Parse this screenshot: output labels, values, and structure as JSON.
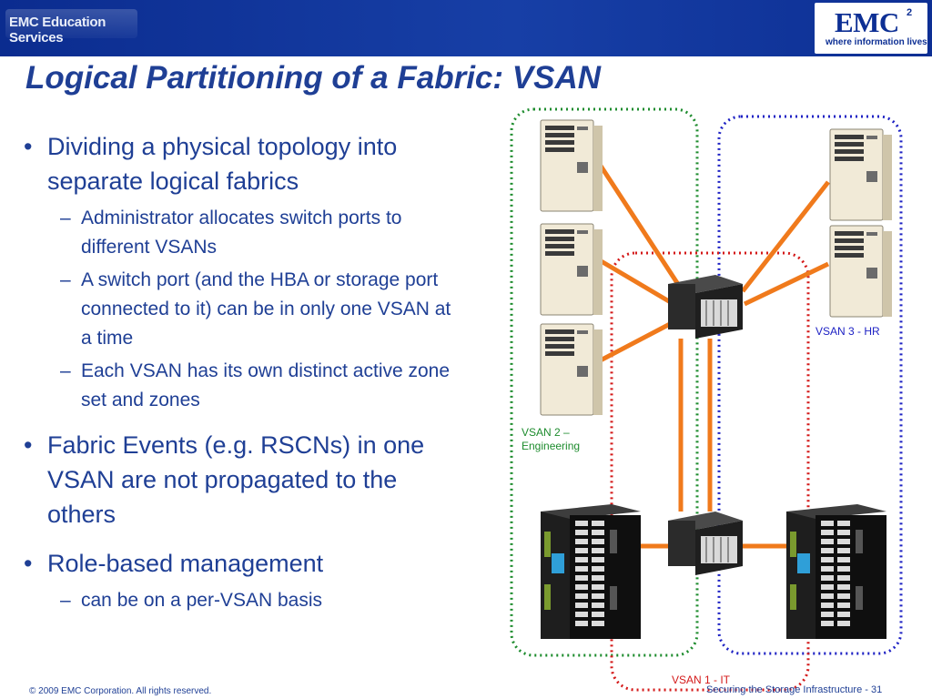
{
  "header": {
    "edu_logo_text": "EMC Education Services",
    "brand_logo": "EMC",
    "brand_superscript": "2",
    "brand_tagline": "where information lives"
  },
  "title": "Logical Partitioning of a Fabric: VSAN",
  "bullets": [
    {
      "text": "Dividing a physical topology into separate logical fabrics",
      "sub": [
        "Administrator allocates switch ports to different VSANs",
        "A switch port (and the HBA or storage port connected to it) can be in only one VSAN at a time",
        "Each VSAN has its own distinct active zone set and zones"
      ]
    },
    {
      "text": "Fabric Events (e.g. RSCNs) in one VSAN are not propagated to the others",
      "sub": []
    },
    {
      "text": "Role-based management",
      "sub": [
        "can be on a per-VSAN basis"
      ]
    }
  ],
  "markers": {
    "bullet": "•",
    "dash": "–"
  },
  "diagram": {
    "vsan_labels": {
      "vsan2_line1": "VSAN 2 –",
      "vsan2_line2": "Engineering",
      "vsan3": "VSAN 3 - HR",
      "vsan1": "VSAN 1 - IT"
    },
    "colors": {
      "vsan2": "#1e8c2e",
      "vsan3": "#1e22c4",
      "vsan1": "#d41a1a",
      "link": "#f07a1c"
    },
    "icons": [
      "server-icon",
      "fc-switch-icon",
      "storage-array-icon"
    ]
  },
  "footer": {
    "copyright": "© 2009 EMC Corporation. All rights reserved.",
    "course": "Securing the Storage Infrastructure",
    "page": "- 31"
  },
  "colors": {
    "header_bg": "#0d2f94",
    "text": "#1f3f95"
  }
}
